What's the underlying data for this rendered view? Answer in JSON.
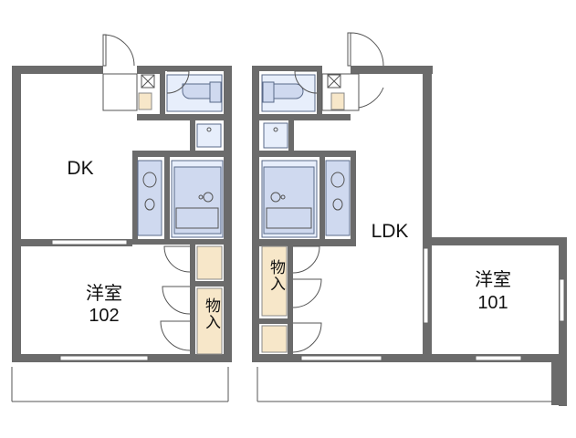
{
  "units": [
    {
      "id": "102",
      "rooms": {
        "dk": "DK",
        "western": "洋室",
        "number": "102",
        "storage": "物入"
      }
    },
    {
      "id": "101",
      "rooms": {
        "ldk": "LDK",
        "western": "洋室",
        "number": "101",
        "storage_left": "物入"
      }
    }
  ],
  "colors": {
    "wall": "#6b6b6b",
    "fixture_fill": "#cfd9ef",
    "fixture_stroke": "#5a6a8a",
    "storage_fill": "#f7e7c9",
    "line": "#555555"
  }
}
